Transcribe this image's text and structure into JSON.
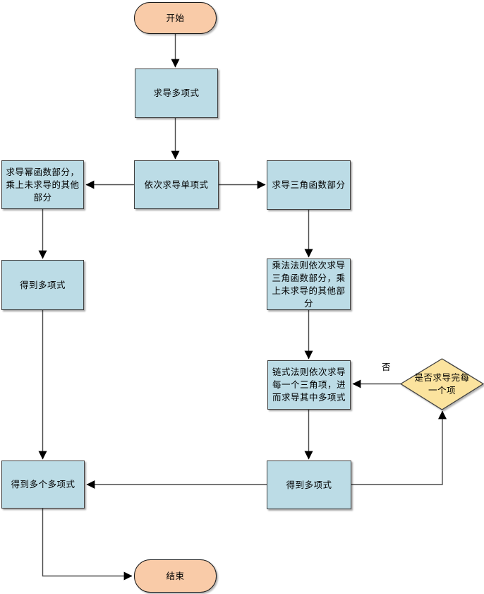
{
  "diagram": {
    "title": "derivative-of-polynomial-flowchart",
    "colors": {
      "terminal_fill": "#F9CBA8",
      "process_fill": "#BCDCE6",
      "decision_fill": "#FBE39E",
      "node_border": "#404040",
      "line": "#4a4a4a",
      "arrowhead": "#000000",
      "text": "#000000",
      "background": "#ffffff"
    },
    "nodes": {
      "start": {
        "type": "terminal",
        "label": "开始"
      },
      "derive_polynomial": {
        "type": "process",
        "label": "求导多项式"
      },
      "derive_monomials": {
        "type": "process",
        "label": "依次求导单项式"
      },
      "derive_power": {
        "type": "process",
        "label": "求导幂函数部分，乘上未求导的其他部分"
      },
      "derive_trig": {
        "type": "process",
        "label": "求导三角函数部分"
      },
      "get_polynomial_left": {
        "type": "process",
        "label": "得到多项式"
      },
      "product_rule": {
        "type": "process",
        "label": "乘法法则依次求导三角函数部分，乘上未求导的其他部分"
      },
      "chain_rule": {
        "type": "process",
        "label": "链式法则依次求导每一个三角项，进而求导其中多项式"
      },
      "decision_done": {
        "type": "decision",
        "label": "是否求导完每一个项"
      },
      "get_polynomial_right": {
        "type": "process",
        "label": "得到多项式"
      },
      "get_many_polynomials": {
        "type": "process",
        "label": "得到多个多项式"
      },
      "end": {
        "type": "terminal",
        "label": "结束"
      }
    },
    "edge_labels": {
      "no": "否"
    }
  }
}
